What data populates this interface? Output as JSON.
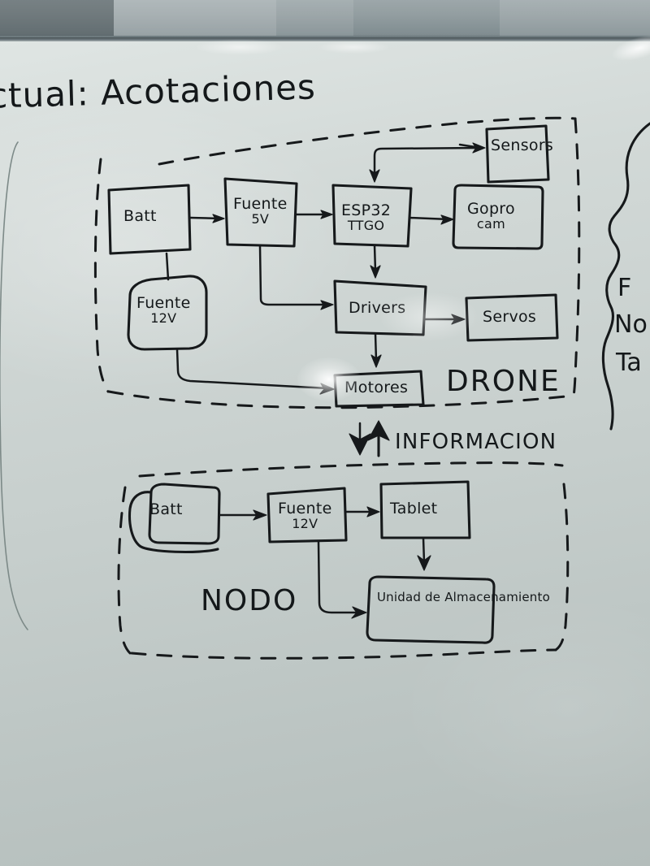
{
  "scene": {
    "kind": "whiteboard-photo",
    "title": "ctual: Acotaciones",
    "ink_color": "#16191b",
    "board_color": "#c7cfcd",
    "wall_color": "#8f9a9d"
  },
  "groups": [
    {
      "id": "drone",
      "label": "DRONE"
    },
    {
      "id": "nodo",
      "label": "NODO"
    }
  ],
  "flow": {
    "label": "INFORMACION",
    "direction": "bidirectional",
    "down_arrow": "arrow-down-icon",
    "up_arrow": "arrow-up-icon"
  },
  "drone_nodes": [
    {
      "id": "batt",
      "label": "Batt",
      "label2": ""
    },
    {
      "id": "fuente5v",
      "label": "Fuente",
      "label2": "5V"
    },
    {
      "id": "esp32",
      "label": "ESP32",
      "label2": "TTGO"
    },
    {
      "id": "sensors",
      "label": "Sensors",
      "label2": ""
    },
    {
      "id": "gopro",
      "label": "Gopro",
      "label2": "cam"
    },
    {
      "id": "fuente12v",
      "label": "Fuente",
      "label2": "12V"
    },
    {
      "id": "drivers",
      "label": "Drivers",
      "label2": ""
    },
    {
      "id": "servos",
      "label": "Servos",
      "label2": ""
    },
    {
      "id": "motores",
      "label": "Motores",
      "label2": ""
    }
  ],
  "nodo_nodes": [
    {
      "id": "batt2",
      "label": "Batt",
      "label2": ""
    },
    {
      "id": "fuente12v2",
      "label": "Fuente",
      "label2": "12V"
    },
    {
      "id": "tablet",
      "label": "Tablet",
      "label2": ""
    },
    {
      "id": "storage",
      "label": "Unidad de",
      "label2": "Almacenamiento"
    }
  ],
  "partial_right_panel": {
    "visible_text": [
      "F",
      "No",
      "Ta"
    ],
    "note": "cropped at right edge"
  },
  "connections": [
    {
      "from": "batt",
      "to": "fuente5v",
      "style": "arrow"
    },
    {
      "from": "fuente5v",
      "to": "esp32",
      "style": "arrow"
    },
    {
      "from": "batt",
      "to": "fuente12v",
      "style": "line"
    },
    {
      "from": "sensors",
      "to": "esp32",
      "style": "arrow-elbow"
    },
    {
      "from": "esp32",
      "to": "sensors",
      "style": "arrow"
    },
    {
      "from": "esp32",
      "to": "gopro",
      "style": "arrow"
    },
    {
      "from": "esp32",
      "to": "drivers",
      "style": "arrow"
    },
    {
      "from": "fuente5v",
      "to": "drivers",
      "style": "arrow-elbow"
    },
    {
      "from": "drivers",
      "to": "servos",
      "style": "arrow"
    },
    {
      "from": "drivers",
      "to": "motores",
      "style": "arrow"
    },
    {
      "from": "fuente12v",
      "to": "motores",
      "style": "arrow-elbow"
    },
    {
      "from": "batt2",
      "to": "fuente12v2",
      "style": "arrow"
    },
    {
      "from": "fuente12v2",
      "to": "tablet",
      "style": "arrow"
    },
    {
      "from": "tablet",
      "to": "storage",
      "style": "arrow"
    },
    {
      "from": "fuente12v2",
      "to": "storage",
      "style": "arrow-elbow"
    }
  ]
}
